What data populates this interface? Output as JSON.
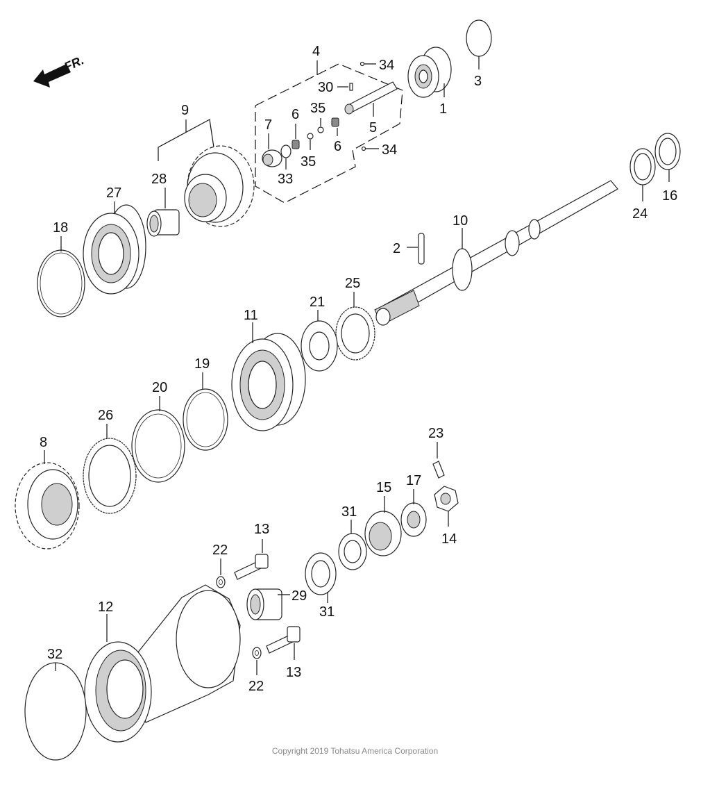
{
  "direction": {
    "label": "FR.",
    "icon": "front-arrow-icon"
  },
  "part_numbers": [
    "1",
    "2",
    "3",
    "4",
    "5",
    "6",
    "6",
    "7",
    "8",
    "9",
    "10",
    "11",
    "12",
    "13",
    "13",
    "14",
    "15",
    "16",
    "17",
    "18",
    "19",
    "20",
    "21",
    "22",
    "22",
    "23",
    "24",
    "25",
    "26",
    "27",
    "28",
    "29",
    "30",
    "31",
    "31",
    "32",
    "33",
    "34",
    "34",
    "35",
    "35"
  ],
  "copyright": "Copyright 2019 Tohatsu America Corporation"
}
